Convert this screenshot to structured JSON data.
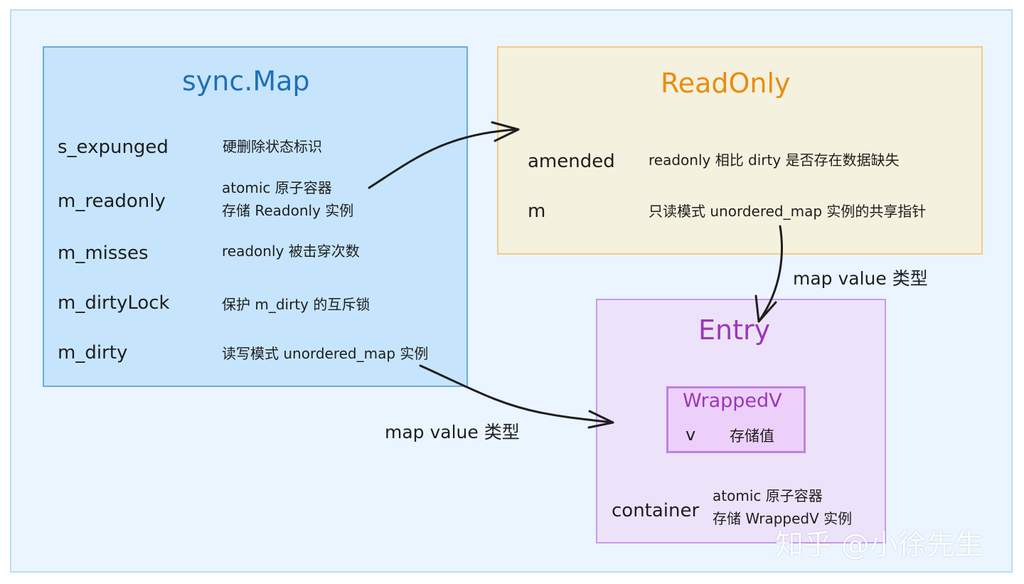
{
  "sync_map": {
    "title": "sync.Map",
    "fields": [
      {
        "name": "s_expunged",
        "desc": "硬删除状态标识"
      },
      {
        "name": "m_readonly",
        "desc": "atomic 原子容器",
        "desc2": "存储 Readonly 实例"
      },
      {
        "name": "m_misses",
        "desc": "readonly 被击穿次数"
      },
      {
        "name": "m_dirtyLock",
        "desc": "保护 m_dirty 的互斥锁"
      },
      {
        "name": "m_dirty",
        "desc": "读写模式 unordered_map 实例"
      }
    ]
  },
  "readonly": {
    "title": "ReadOnly",
    "fields": [
      {
        "name": "amended",
        "desc": "readonly 相比 dirty 是否存在数据缺失"
      },
      {
        "name": "m",
        "desc": "只读模式 unordered_map 实例的共享指针"
      }
    ]
  },
  "entry": {
    "title": "Entry",
    "wrapped": {
      "title": "WrappedV",
      "field_name": "v",
      "field_desc": "存储值"
    },
    "container": {
      "name": "container",
      "desc": "atomic 原子容器",
      "desc2": "存储 WrappedV 实例"
    }
  },
  "notes": {
    "ro_to_entry": "map value 类型",
    "dirty_to_entry": "map value 类型"
  },
  "watermark": "知乎 @小徐先生",
  "colors": {
    "sync_fill": "#c6e5fc",
    "sync_title": "#1f6fba",
    "readonly_fill": "#f4f1de",
    "readonly_title": "#ea8c0c",
    "entry_fill": "#ece3fb",
    "entry_title": "#9b38b6"
  }
}
